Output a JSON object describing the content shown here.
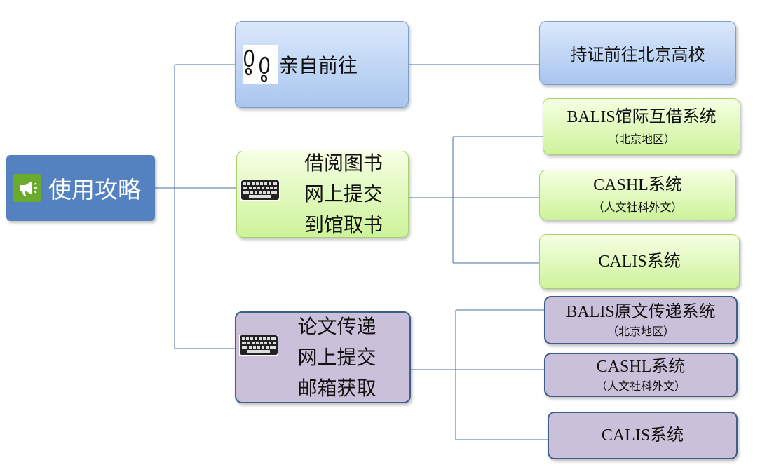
{
  "root": {
    "label": "使用攻略",
    "icon": "megaphone-icon"
  },
  "branches": [
    {
      "label": "亲自前往",
      "icon": "footprints-icon",
      "children": [
        {
          "title": "持证前往北京高校",
          "subtitle": ""
        }
      ]
    },
    {
      "label_lines": [
        "借阅图书",
        "网上提交",
        "到馆取书"
      ],
      "icon": "keyboard-icon",
      "children": [
        {
          "title": "BALIS馆际互借系统",
          "subtitle": "（北京地区）"
        },
        {
          "title": "CASHL系统",
          "subtitle": "（人文社科外文）"
        },
        {
          "title": "CALIS系统",
          "subtitle": ""
        }
      ]
    },
    {
      "label_lines": [
        "论文传递",
        "网上提交",
        "邮箱获取"
      ],
      "icon": "keyboard-icon",
      "children": [
        {
          "title": "BALIS原文传递系统",
          "subtitle": "（北京地区）"
        },
        {
          "title": "CASHL系统",
          "subtitle": "（人文社科外文）"
        },
        {
          "title": "CALIS系统",
          "subtitle": ""
        }
      ]
    }
  ],
  "colors": {
    "root": "#5481bf",
    "branch1": "#b9d2f3",
    "branch2": "#dff8b8",
    "branch3": "#cbc0da",
    "connector": "#4a6fa5"
  }
}
